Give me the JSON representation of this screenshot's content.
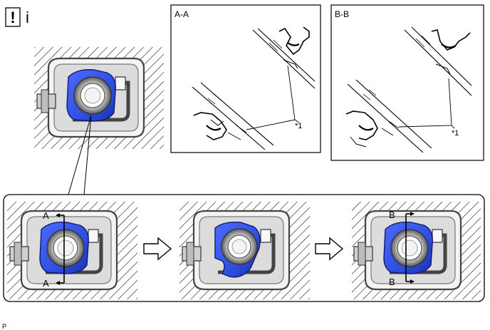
{
  "header": {
    "caution_symbol": "!",
    "info_symbol": "i"
  },
  "section_aa": {
    "title": "A-A",
    "callout": "*1"
  },
  "section_bb": {
    "title": "B-B",
    "callout": "*1"
  },
  "sequence": {
    "step1_markers": {
      "top": "A",
      "bottom": "A"
    },
    "step3_markers": {
      "top": "B",
      "bottom": "B"
    }
  },
  "footer": {
    "code": "P"
  },
  "colors": {
    "component_blue": "#2f4fe0",
    "component_blue_dark": "#1a2fb0",
    "housing_grey": "#e3e3e3",
    "frame_grey": "#8a8a8a",
    "line": "#000000"
  },
  "icons": {
    "arrow": "right-arrow-icon",
    "caution": "caution-icon",
    "info": "info-icon"
  }
}
